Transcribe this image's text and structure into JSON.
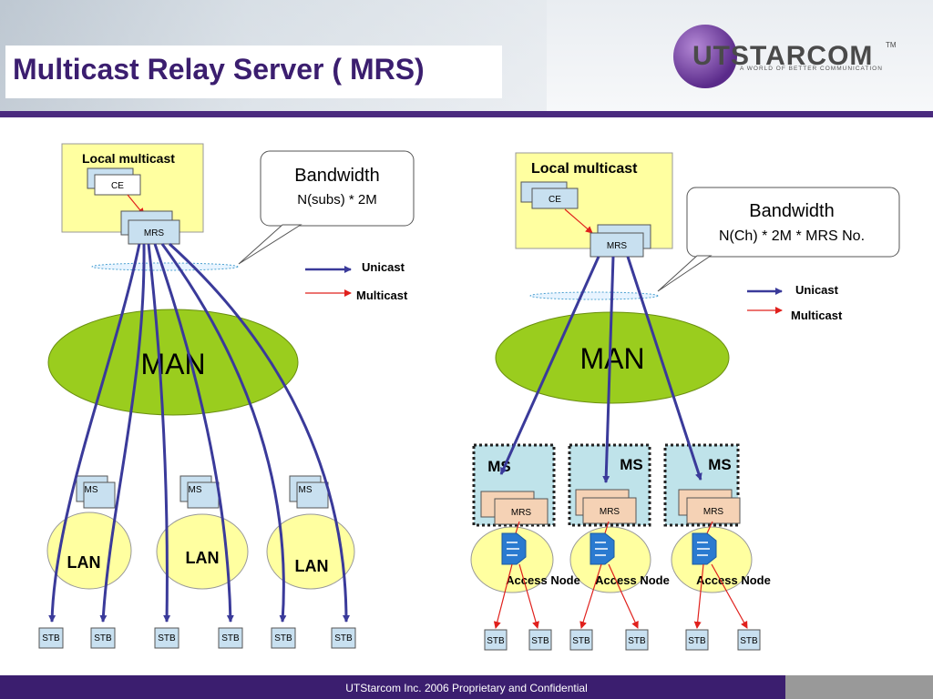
{
  "slide": {
    "title": "Multicast Relay Server ( MRS)",
    "footer": "UTStarcom Inc. 2006 Proprietary and Confidential"
  },
  "logo": {
    "name": "UTSTARCOM",
    "tm": "TM",
    "tagline": "A WORLD OF BETTER COMMUNICATION"
  },
  "left": {
    "local_multicast": "Local multicast",
    "ce": "CE",
    "mrs": "MRS",
    "bandwidth_title": "Bandwidth",
    "bandwidth_formula": "N(subs) * 2M",
    "legend_unicast": "Unicast",
    "legend_multicast": "Multicast",
    "man": "MAN",
    "ms": [
      "MS",
      "MS",
      "MS"
    ],
    "lan": [
      "LAN",
      "LAN",
      "LAN"
    ],
    "stb": [
      "STB",
      "STB",
      "STB",
      "STB",
      "STB",
      "STB"
    ]
  },
  "right": {
    "local_multicast": "Local multicast",
    "ce": "CE",
    "mrs": "MRS",
    "bandwidth_title": "Bandwidth",
    "bandwidth_formula": "N(Ch) * 2M * MRS No.",
    "legend_unicast": "Unicast",
    "legend_multicast": "Multicast",
    "man": "MAN",
    "ms": [
      "MS",
      "MS",
      "MS"
    ],
    "ms_mrs": [
      "MRS",
      "MRS",
      "MRS"
    ],
    "access_node": [
      "Access Node",
      "Access Node",
      "Access Node"
    ],
    "stb": [
      "STB",
      "STB",
      "STB",
      "STB",
      "STB",
      "STB"
    ]
  },
  "colors": {
    "unicast": "#3a3a9a",
    "multicast": "#e0201c",
    "man_fill": "#9acd1e",
    "yellow_fill": "#ffffa0",
    "ms_fill": "#bfe3ea",
    "box_fill": "#c8e0f0",
    "brand": "#3b1e6f"
  },
  "icons": {
    "access_node": "router-icon"
  }
}
